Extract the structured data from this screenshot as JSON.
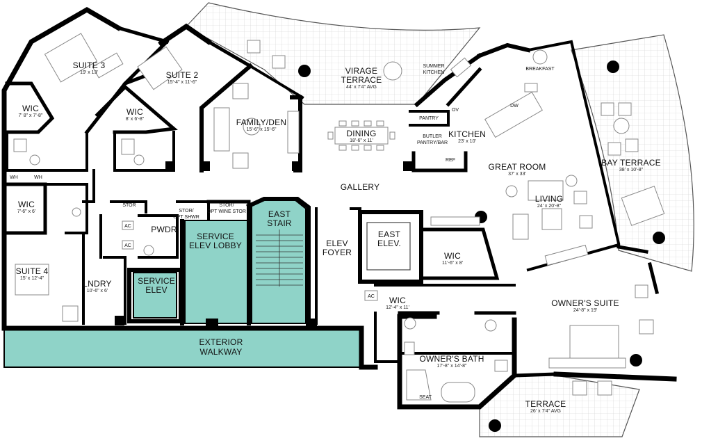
{
  "rooms": {
    "suite3": {
      "name": "SUITE 3",
      "dim": "19' x 13'"
    },
    "suite2": {
      "name": "SUITE 2",
      "dim": "15'-4\" x 11'-6\""
    },
    "wic_suite3": {
      "name": "WIC",
      "dim": "7' 8\" x 7'-8\""
    },
    "wic_suite2": {
      "name": "WIC",
      "dim": "8' x 6'-8\""
    },
    "family_den": {
      "name": "FAMILY/DEN",
      "dim": "15'-6\" x 15'-6\""
    },
    "virage_terrace": {
      "name_line1": "VIRAGE",
      "name_line2": "TERRACE",
      "dim": "44' x 7'4\" AVG"
    },
    "summer_kitchen": {
      "line1": "SUMMER",
      "line2": "KITCHEN"
    },
    "breakfast": {
      "name": "BREAKFAST"
    },
    "bay_terrace": {
      "name": "BAY TERRACE",
      "dim": "38' x 10'-8\""
    },
    "dining": {
      "name": "DINING",
      "dim": "18'-6\" x 11'"
    },
    "pantry": {
      "name": "PANTRY"
    },
    "ov": {
      "name": "OV"
    },
    "dw": {
      "name": "DW"
    },
    "kitchen": {
      "name": "KITCHEN",
      "dim": "23' x 10'"
    },
    "butler": {
      "line1": "BUTLER",
      "line2": "PANTRY/BAR"
    },
    "ref": {
      "name": "REF"
    },
    "great_room": {
      "name": "GREAT ROOM",
      "dim": "37' x 33'"
    },
    "living": {
      "name": "LIVING",
      "dim": "24' x 20'-8\""
    },
    "gallery": {
      "name": "GALLERY"
    },
    "wh1": {
      "name": "WH"
    },
    "wh2": {
      "name": "WH"
    },
    "wic_suite4": {
      "name": "WIC",
      "dim": "7'-6\" x 6'"
    },
    "suite4": {
      "name": "SUITE 4",
      "dim": "15' x 12'-4\""
    },
    "stor1": {
      "name": "STOR"
    },
    "stor_shwr": {
      "line1": "STOR/",
      "line2": "OPT SHWR"
    },
    "stor_wine": {
      "line1": "STOR/",
      "line2": "OPT WINE STOR"
    },
    "ac1": {
      "name": "AC"
    },
    "ac2": {
      "name": "AC"
    },
    "ac3": {
      "name": "AC"
    },
    "pwdr": {
      "name": "PWDR"
    },
    "lndry": {
      "name": "LNDRY",
      "dim": "10'-6\" x 6'"
    },
    "service_elev": {
      "line1": "SERVICE",
      "line2": "ELEV"
    },
    "service_lobby": {
      "line1": "SERVICE",
      "line2": "ELEV LOBBY"
    },
    "east_stair": {
      "line1": "EAST",
      "line2": "STAIR"
    },
    "elev_foyer": {
      "line1": "ELEV",
      "line2": "FOYER"
    },
    "east_elev": {
      "line1": "EAST",
      "line2": "ELEV."
    },
    "wic_owner": {
      "name": "WIC",
      "dim": "11'-6\" x 8'"
    },
    "wic_bath": {
      "name": "WIC",
      "dim": "12'-4\" x 11'"
    },
    "owners_suite": {
      "name": "OWNER'S SUITE",
      "dim": "24'-8\" x 19'"
    },
    "owners_bath": {
      "name": "OWNER'S BATH",
      "dim": "17'-8\" x 14'-8\""
    },
    "seat": {
      "name": "SEAT"
    },
    "terrace": {
      "name": "TERRACE",
      "dim": "26' x 7'4\" AVG"
    },
    "exterior": {
      "line1": "EXTERIOR",
      "line2": "WALKWAY"
    }
  },
  "colors": {
    "wall": "#000000",
    "core_fill": "#8fd3c8",
    "paper": "#ffffff",
    "furniture": "#888888"
  }
}
